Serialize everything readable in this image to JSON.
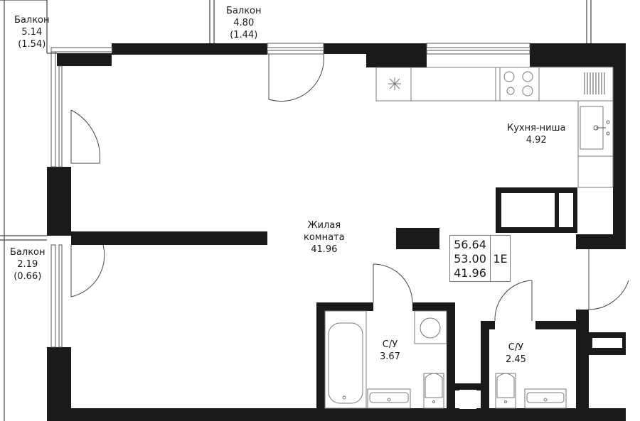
{
  "rooms": {
    "balcony_left_top": {
      "name": "Балкон",
      "area": "5.14",
      "coef": "(1.54)"
    },
    "balcony_top": {
      "name": "Балкон",
      "area": "4.80",
      "coef": "(1.44)"
    },
    "balcony_left_bottom": {
      "name": "Балкон",
      "area": "2.19",
      "coef": "(0.66)"
    },
    "kitchen": {
      "name": "Кухня-ниша",
      "area": "4.92"
    },
    "living": {
      "name_line1": "Жилая",
      "name_line2": "комната",
      "area": "41.96"
    },
    "bath1": {
      "name": "С/У",
      "area": "3.67"
    },
    "bath2": {
      "name": "С/У",
      "area": "2.45"
    }
  },
  "legend": {
    "total": "56.64",
    "without_balcony": "53.00",
    "living": "41.96",
    "type": "1Е"
  },
  "colors": {
    "wall": "#1a1a1a",
    "line": "#444444",
    "thin": "#888888"
  }
}
